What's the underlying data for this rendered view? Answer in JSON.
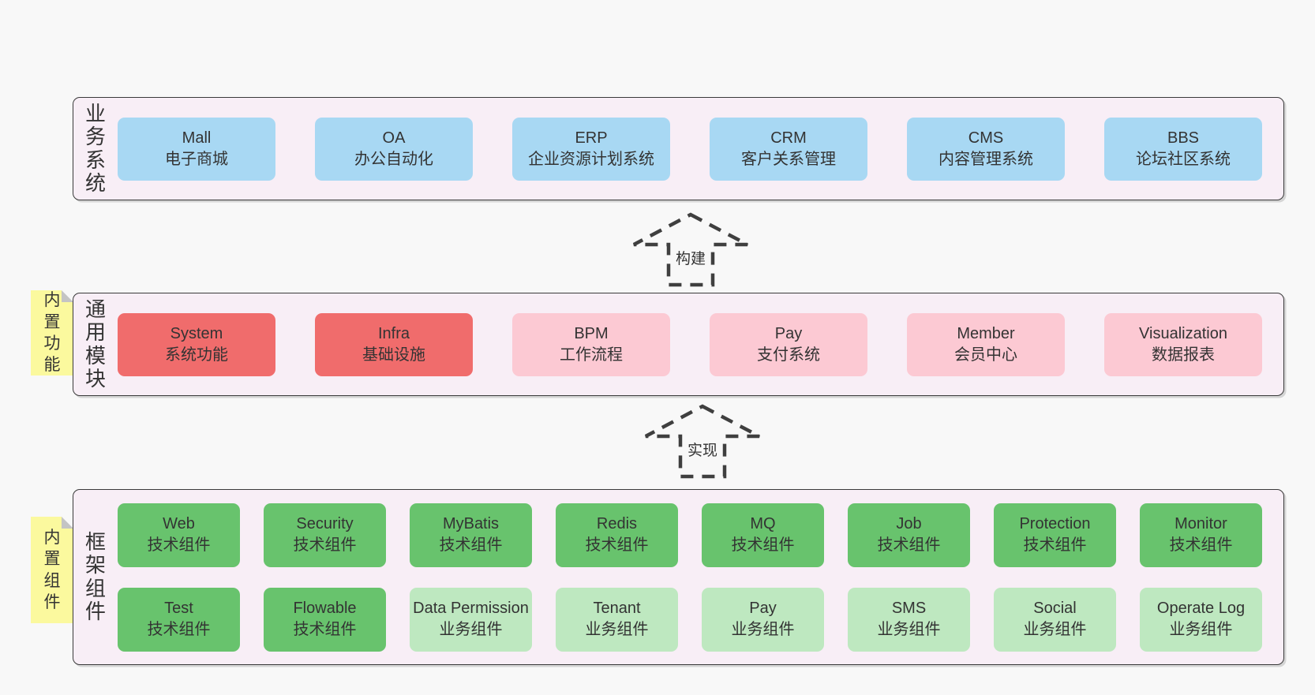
{
  "colors": {
    "page-bg": "#f8f8f8",
    "band-bg": "#f8eef6",
    "band-border": "#3a3a3a",
    "blue": "#a8d8f3",
    "red": "#f06c6c",
    "pink": "#fcc9d3",
    "green": "#68c36d",
    "green-light": "#bee8c0",
    "sticky": "#fbf99e",
    "fold": "#c4c4c4",
    "arrow": "#3f3f3f"
  },
  "arrows": [
    {
      "label": "构建"
    },
    {
      "label": "实现"
    }
  ],
  "bands": [
    {
      "label": "业务系统",
      "rows": [
        [
          {
            "en": "Mall",
            "zh": "电子商城",
            "variant": "blue"
          },
          {
            "en": "OA",
            "zh": "办公自动化",
            "variant": "blue"
          },
          {
            "en": "ERP",
            "zh": "企业资源计划系统",
            "variant": "blue"
          },
          {
            "en": "CRM",
            "zh": "客户关系管理",
            "variant": "blue"
          },
          {
            "en": "CMS",
            "zh": "内容管理系统",
            "variant": "blue"
          },
          {
            "en": "BBS",
            "zh": "论坛社区系统",
            "variant": "blue"
          }
        ]
      ]
    },
    {
      "label": "通用模块",
      "sticky": "内置功能",
      "rows": [
        [
          {
            "en": "System",
            "zh": "系统功能",
            "variant": "red"
          },
          {
            "en": "Infra",
            "zh": "基础设施",
            "variant": "red"
          },
          {
            "en": "BPM",
            "zh": "工作流程",
            "variant": "pink"
          },
          {
            "en": "Pay",
            "zh": "支付系统",
            "variant": "pink"
          },
          {
            "en": "Member",
            "zh": "会员中心",
            "variant": "pink"
          },
          {
            "en": "Visualization",
            "zh": "数据报表",
            "variant": "pink"
          }
        ]
      ]
    },
    {
      "label": "框架组件",
      "sticky": "内置组件",
      "rows": [
        [
          {
            "en": "Web",
            "zh": "技术组件",
            "variant": "green"
          },
          {
            "en": "Security",
            "zh": "技术组件",
            "variant": "green"
          },
          {
            "en": "MyBatis",
            "zh": "技术组件",
            "variant": "green"
          },
          {
            "en": "Redis",
            "zh": "技术组件",
            "variant": "green"
          },
          {
            "en": "MQ",
            "zh": "技术组件",
            "variant": "green"
          },
          {
            "en": "Job",
            "zh": "技术组件",
            "variant": "green"
          },
          {
            "en": "Protection",
            "zh": "技术组件",
            "variant": "green"
          },
          {
            "en": "Monitor",
            "zh": "技术组件",
            "variant": "green"
          }
        ],
        [
          {
            "en": "Test",
            "zh": "技术组件",
            "variant": "green"
          },
          {
            "en": "Flowable",
            "zh": "技术组件",
            "variant": "green"
          },
          {
            "en": "Data Permission",
            "zh": "业务组件",
            "variant": "green-light"
          },
          {
            "en": "Tenant",
            "zh": "业务组件",
            "variant": "green-light"
          },
          {
            "en": "Pay",
            "zh": "业务组件",
            "variant": "green-light"
          },
          {
            "en": "SMS",
            "zh": "业务组件",
            "variant": "green-light"
          },
          {
            "en": "Social",
            "zh": "业务组件",
            "variant": "green-light"
          },
          {
            "en": "Operate Log",
            "zh": "业务组件",
            "variant": "green-light"
          }
        ]
      ]
    }
  ]
}
